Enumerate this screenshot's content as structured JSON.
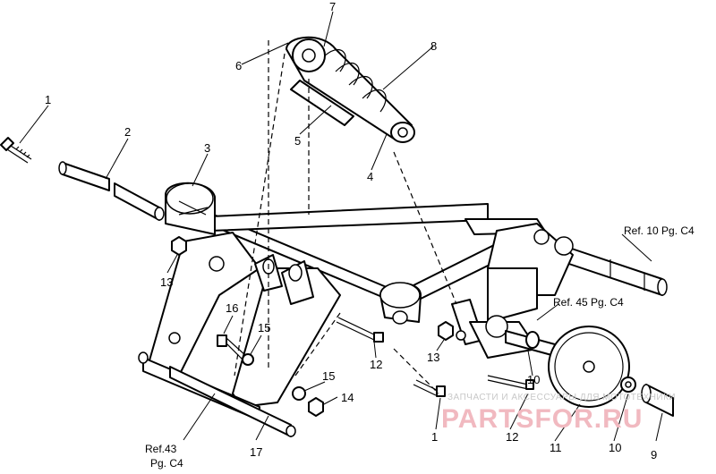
{
  "callouts": {
    "c1_top": "1",
    "c2": "2",
    "c3": "3",
    "c4": "4",
    "c5": "5",
    "c6": "6",
    "c7": "7",
    "c8": "8",
    "c9": "9",
    "c10_upper": "10",
    "c10_lower": "10",
    "c11": "11",
    "c12_left": "12",
    "c12_right": "12",
    "c13_left": "13",
    "c13_right": "13",
    "c14": "14",
    "c15_upper": "15",
    "c15_lower": "15",
    "c16": "16",
    "c17": "17",
    "c1_bottom": "1"
  },
  "references": {
    "ref_10": "Ref. 10 Pg. C4",
    "ref_45": "Ref. 45 Pg. C4",
    "ref_43_line1": "Ref.43",
    "ref_43_line2": "Pg. C4"
  },
  "watermark": {
    "small_text": "ЗАПЧАСТИ И АКСЕССУАРЫ ДЛЯ МОТОТЕХНИКИ",
    "logo_text": "PARTSFOR.RU"
  },
  "colors": {
    "line": "#000000",
    "watermark": "#f1b9c0"
  }
}
